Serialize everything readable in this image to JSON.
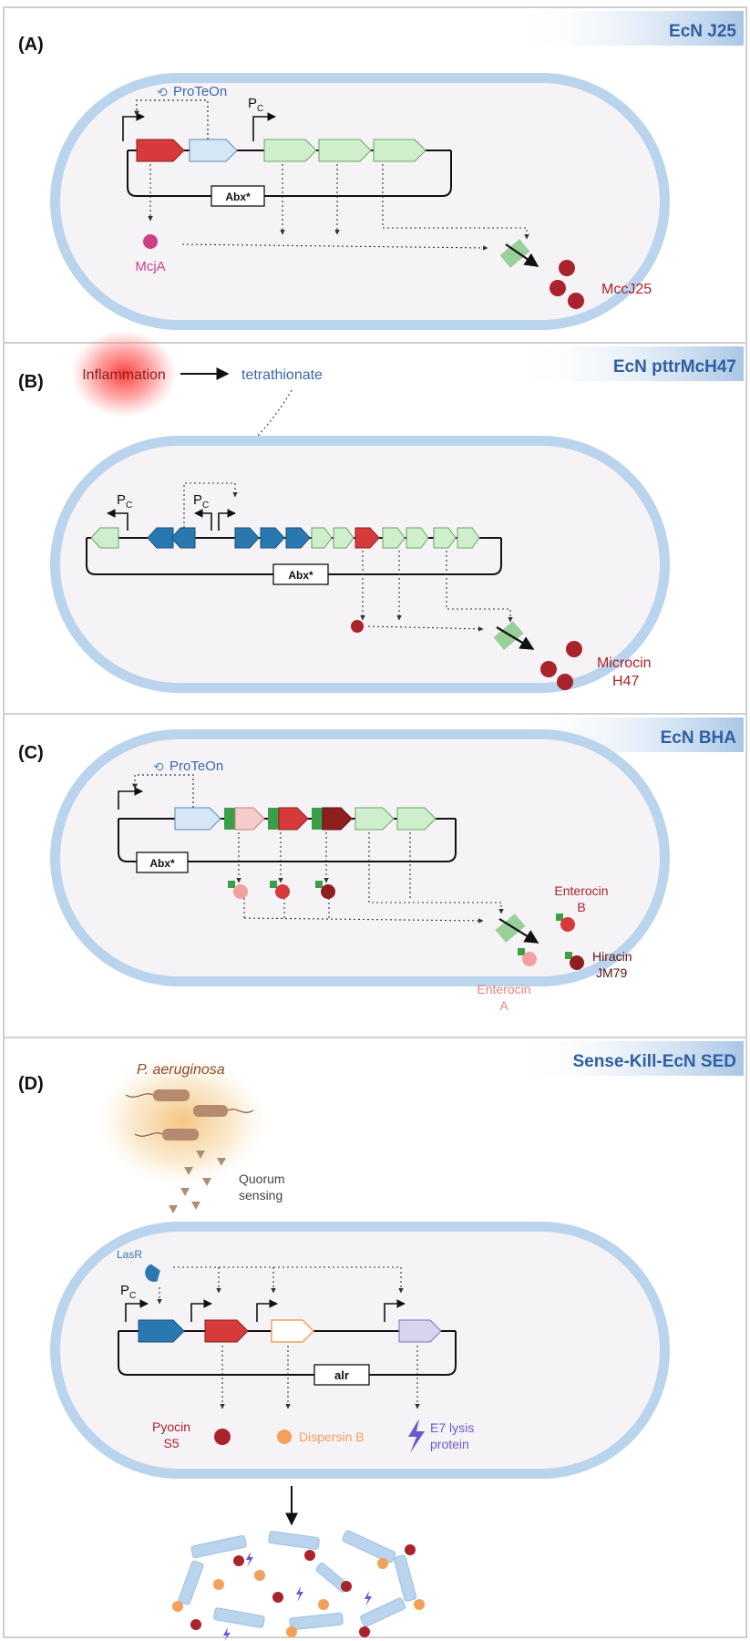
{
  "panels": {
    "a": {
      "letter": "(A)",
      "strain": "EcN J25",
      "proteon": "ProTeOn",
      "promoter": "P",
      "promoter_sub": "C",
      "marker": "Abx*",
      "precursor": "McjA",
      "product": "MccJ25"
    },
    "b": {
      "letter": "(B)",
      "strain": "EcN pttrMcH47",
      "signal": "Inflammation",
      "inducer": "tetrathionate",
      "promoter": "P",
      "promoter_sub": "C",
      "marker": "Abx*",
      "product_line1": "Microcin",
      "product_line2": "H47"
    },
    "c": {
      "letter": "(C)",
      "strain": "EcN BHA",
      "proteon": "ProTeOn",
      "marker": "Abx*",
      "product_b_line1": "Enterocin",
      "product_b_line2": "B",
      "product_h_line1": "Hiracin",
      "product_h_line2": "JM79",
      "product_a_line1": "Enterocin",
      "product_a_line2": "A"
    },
    "d": {
      "letter": "(D)",
      "strain": "Sense-Kill-EcN SED",
      "pathogen": "P. aeruginosa",
      "qs_line1": "Quorum",
      "qs_line2": "sensing",
      "regulator": "LasR",
      "promoter": "P",
      "promoter_sub": "C",
      "marker": "alr",
      "pyocin_line1": "Pyocin",
      "pyocin_line2": "S5",
      "dispersin": "Dispersin B",
      "lysis_line1": "E7 lysis",
      "lysis_line2": "protein"
    }
  },
  "colors": {
    "red_gene": "#d63a3a",
    "light_blue_gene": "#d6e8f7",
    "green_gene": "#cfeecb",
    "dark_blue_gene": "#2a78b0",
    "pink_gene": "#f5cccc",
    "dark_red_gene": "#8e1f1f",
    "peptide_green": "#3aa048",
    "orange_outline": "#f2a05a",
    "lavender_gene": "#d8d4ef",
    "product_red": "#a8232b",
    "mcja_pink": "#cf3f84",
    "header_blue": "#2f5fa0",
    "membrane_blue": "#b9d4ec",
    "cytoplasm": "#f6f3f7"
  }
}
